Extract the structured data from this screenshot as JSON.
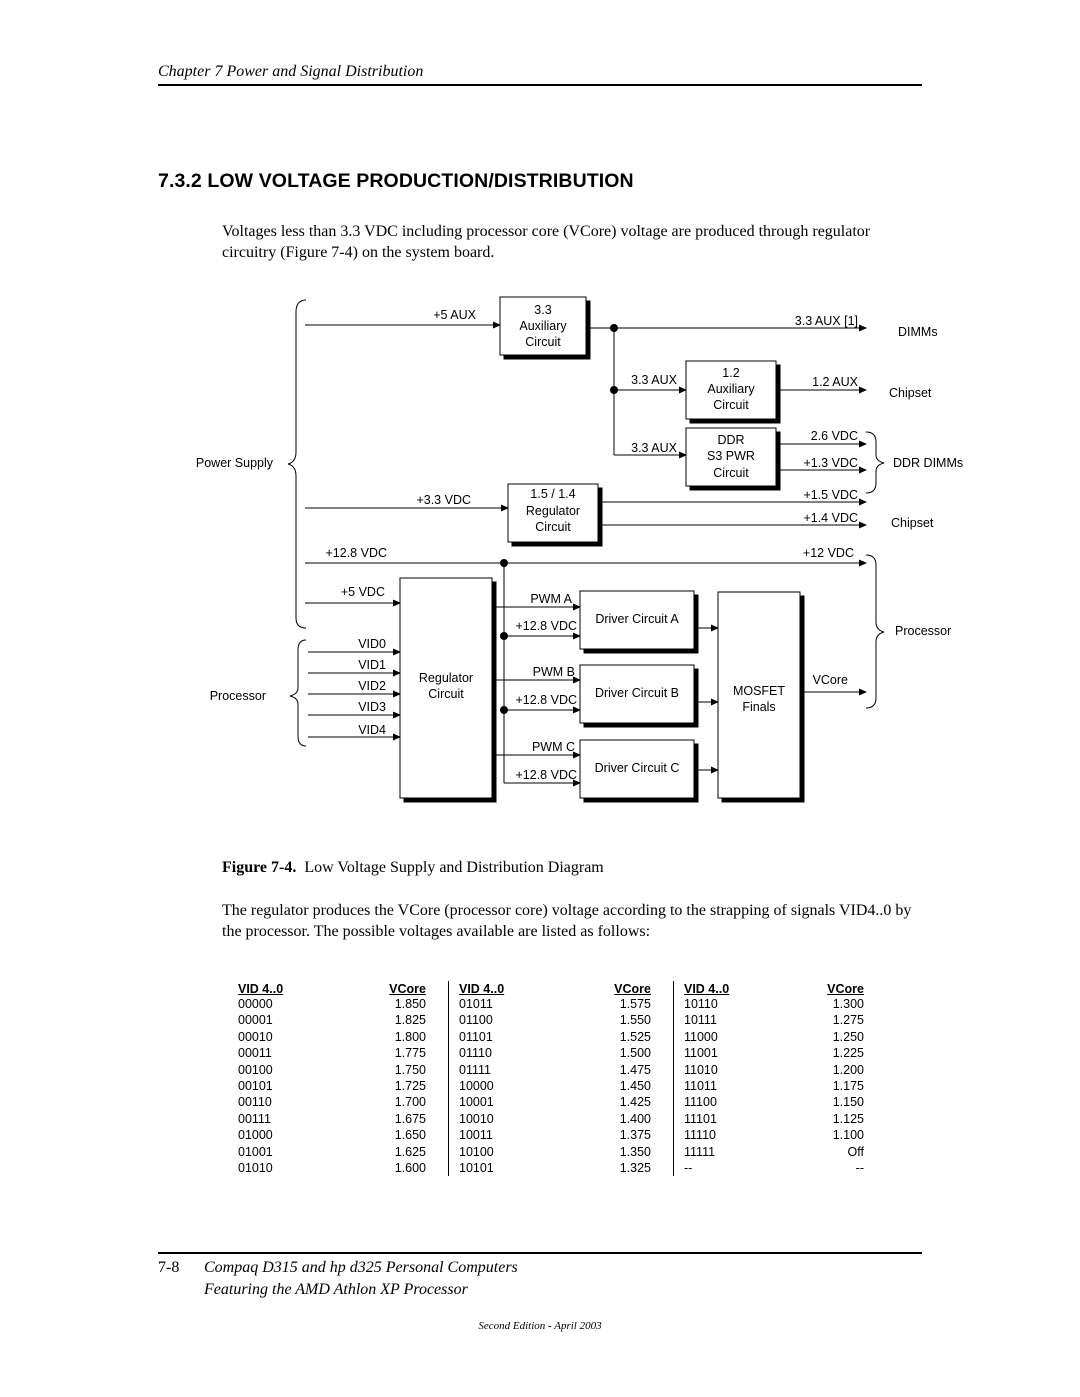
{
  "header": {
    "chapter": "Chapter 7  Power and Signal Distribution"
  },
  "section": {
    "heading": "7.3.2  LOW VOLTAGE PRODUCTION/DISTRIBUTION"
  },
  "intro": "Voltages less than 3.3 VDC including processor core (VCore) voltage are produced through regulator circuitry (Figure 7-4) on the system board.",
  "diagram": {
    "power_supply": "Power Supply",
    "processor_in": "Processor",
    "aux33": {
      "line1": "3.3",
      "line2": "Auxiliary",
      "line3": "Circuit",
      "input": "+5 AUX"
    },
    "aux12": {
      "line1": "1.2",
      "line2": "Auxiliary",
      "line3": "Circuit",
      "input": "3.3 AUX"
    },
    "ddr": {
      "line1": "DDR",
      "line2": "S3 PWR",
      "line3": "Circuit",
      "input": "3.3 AUX"
    },
    "reg15": {
      "line1": "1.5 / 1.4",
      "line2": "Regulator",
      "line3": "Circuit",
      "input": "+3.3 VDC"
    },
    "regulator": {
      "line1": "Regulator",
      "line2": "Circuit"
    },
    "mosfet": {
      "line1": "MOSFET",
      "line2": "Finals"
    },
    "driver_a": "Driver Circuit A",
    "driver_b": "Driver Circuit B",
    "driver_c": "Driver Circuit C",
    "out_33aux": "3.3 AUX [1]",
    "out_12aux": "1.2 AUX",
    "out_26": "2.6 VDC",
    "out_13": "+1.3 VDC",
    "out_15": "+1.5 VDC",
    "out_14": "+1.4 VDC",
    "out_12v": "+12 VDC",
    "out_vcore": "VCore",
    "in_128": "+12.8 VDC",
    "in_5vdc": "+5 VDC",
    "vid": [
      "VID0",
      "VID1",
      "VID2",
      "VID3",
      "VID4"
    ],
    "pwm_a": "PWM A",
    "pwm_b": "PWM B",
    "pwm_c": "PWM C",
    "drv_128": "+12.8 VDC",
    "dest_dimms": "DIMMs",
    "dest_chipset1": "Chipset",
    "dest_ddr_dimms": "DDR DIMMs",
    "dest_chipset2": "Chipset",
    "dest_processor": "Processor"
  },
  "figure": {
    "label": "Figure 7-4.",
    "caption": "Low Voltage Supply and Distribution Diagram"
  },
  "para2": "The regulator produces the VCore (processor core) voltage according to the strapping of signals VID4..0 by the processor. The possible voltages available are listed as follows:",
  "vid_table": {
    "headers": [
      "VID 4..0",
      "VCore",
      "VID 4..0",
      "VCore",
      "VID 4..0",
      "VCore"
    ],
    "rows": [
      [
        "00000",
        "1.850",
        "01011",
        "1.575",
        "10110",
        "1.300"
      ],
      [
        "00001",
        "1.825",
        "01100",
        "1.550",
        "10111",
        "1.275"
      ],
      [
        "00010",
        "1.800",
        "01101",
        "1.525",
        "11000",
        "1.250"
      ],
      [
        "00011",
        "1.775",
        "01110",
        "1.500",
        "11001",
        "1.225"
      ],
      [
        "00100",
        "1.750",
        "01111",
        "1.475",
        "11010",
        "1.200"
      ],
      [
        "00101",
        "1.725",
        "10000",
        "1.450",
        "11011",
        "1.175"
      ],
      [
        "00110",
        "1.700",
        "10001",
        "1.425",
        "11100",
        "1.150"
      ],
      [
        "00111",
        "1.675",
        "10010",
        "1.400",
        "11101",
        "1.125"
      ],
      [
        "01000",
        "1.650",
        "10011",
        "1.375",
        "11110",
        "1.100"
      ],
      [
        "01001",
        "1.625",
        "10100",
        "1.350",
        "11111",
        "Off"
      ],
      [
        "01010",
        "1.600",
        "10101",
        "1.325",
        "--",
        "--"
      ]
    ]
  },
  "footer": {
    "page": "7-8",
    "line1": "Compaq D315 and hp d325 Personal Computers",
    "line2": "Featuring the AMD Athlon XP Processor",
    "edition": "Second Edition - April 2003"
  }
}
